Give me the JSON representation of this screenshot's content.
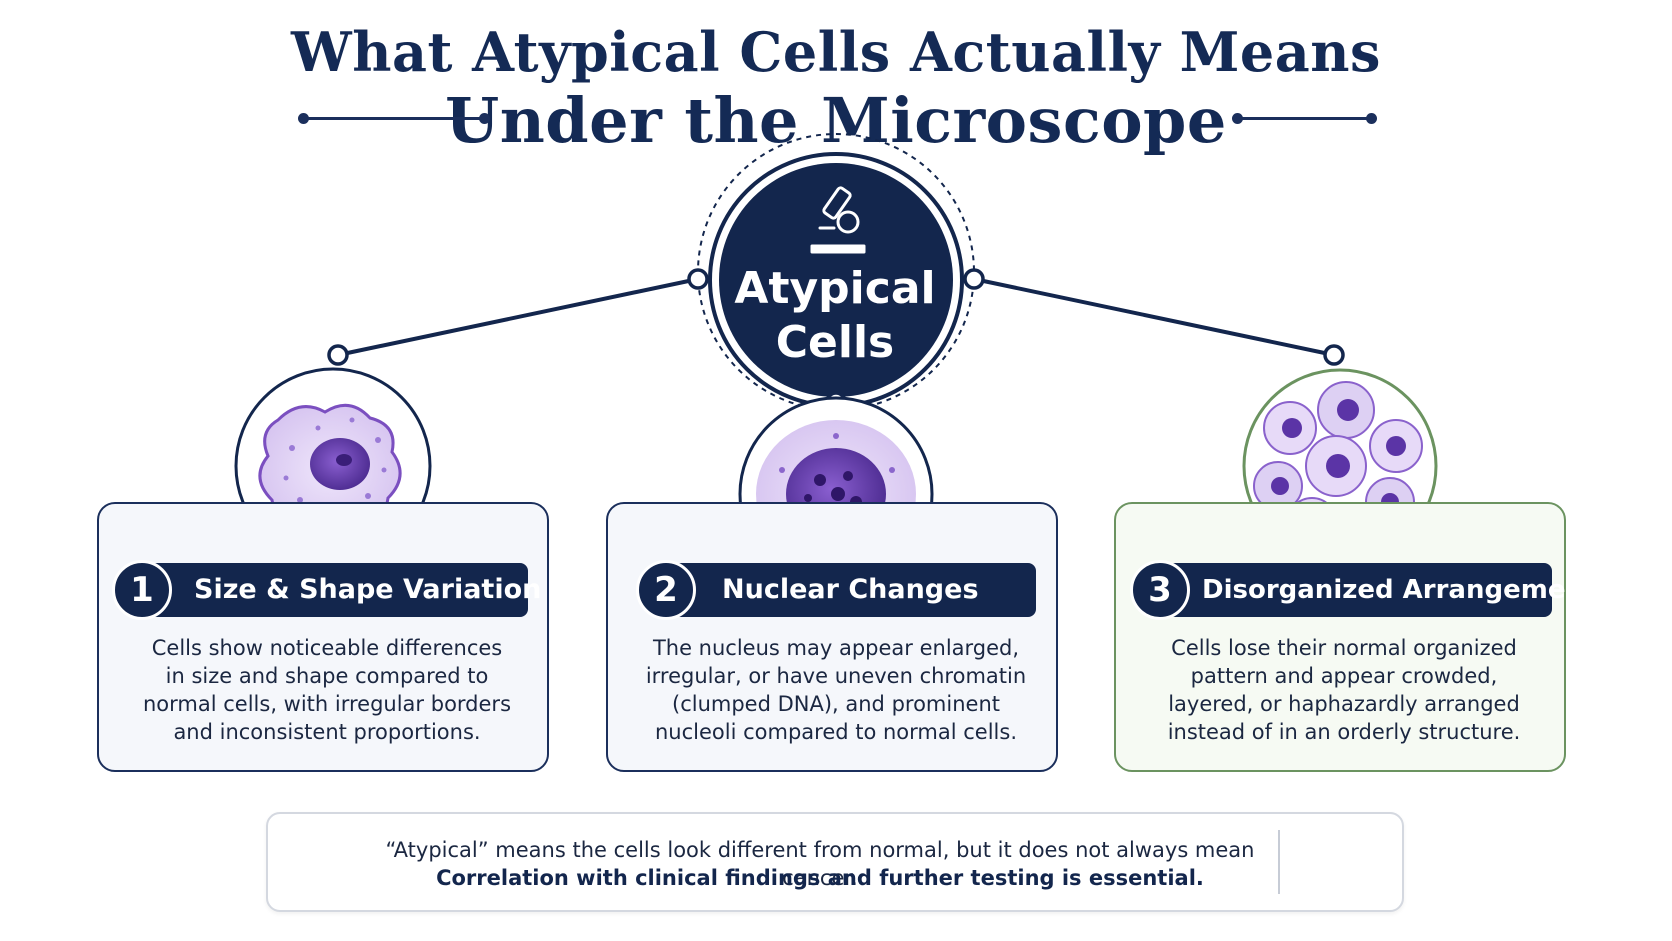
{
  "title": {
    "line1": "What Atypical Cells Actually Means",
    "line2": "Under the Microscope"
  },
  "hub": {
    "label_line1": "Atypical",
    "label_line2": "Cells",
    "icon": "microscope-icon"
  },
  "cards": [
    {
      "number": "1",
      "heading": "Size & Shape Variation",
      "description_lines": [
        "Cells show noticeable differences",
        "in size and shape compared to",
        "normal cells, with irregular borders",
        "and inconsistent proportions."
      ]
    },
    {
      "number": "2",
      "heading": "Nuclear Changes",
      "description_lines": [
        "The nucleus may appear enlarged,",
        "irregular, or have uneven chromatin",
        "(clumped DNA), and prominent",
        "nucleoli compared to normal cells."
      ]
    },
    {
      "number": "3",
      "heading": "Disorganized Arrangement",
      "description_lines": [
        "Cells lose their normal organized",
        "pattern and appear crowded,",
        "layered, or haphazardly arranged",
        "instead of in an orderly structure."
      ]
    }
  ],
  "note": {
    "line1": "“Atypical” means the cells look different from normal, but it does not always mean cancer.",
    "line2": "Correlation with clinical findings and further testing is essential.",
    "left_icon": "lightbulb-icon",
    "right_icon": "shield-check-icon"
  },
  "colors": {
    "navy": "#13264d",
    "purple": "#7b4fc0",
    "lavender": "#d9c9f2",
    "green_border": "#6b9360"
  }
}
